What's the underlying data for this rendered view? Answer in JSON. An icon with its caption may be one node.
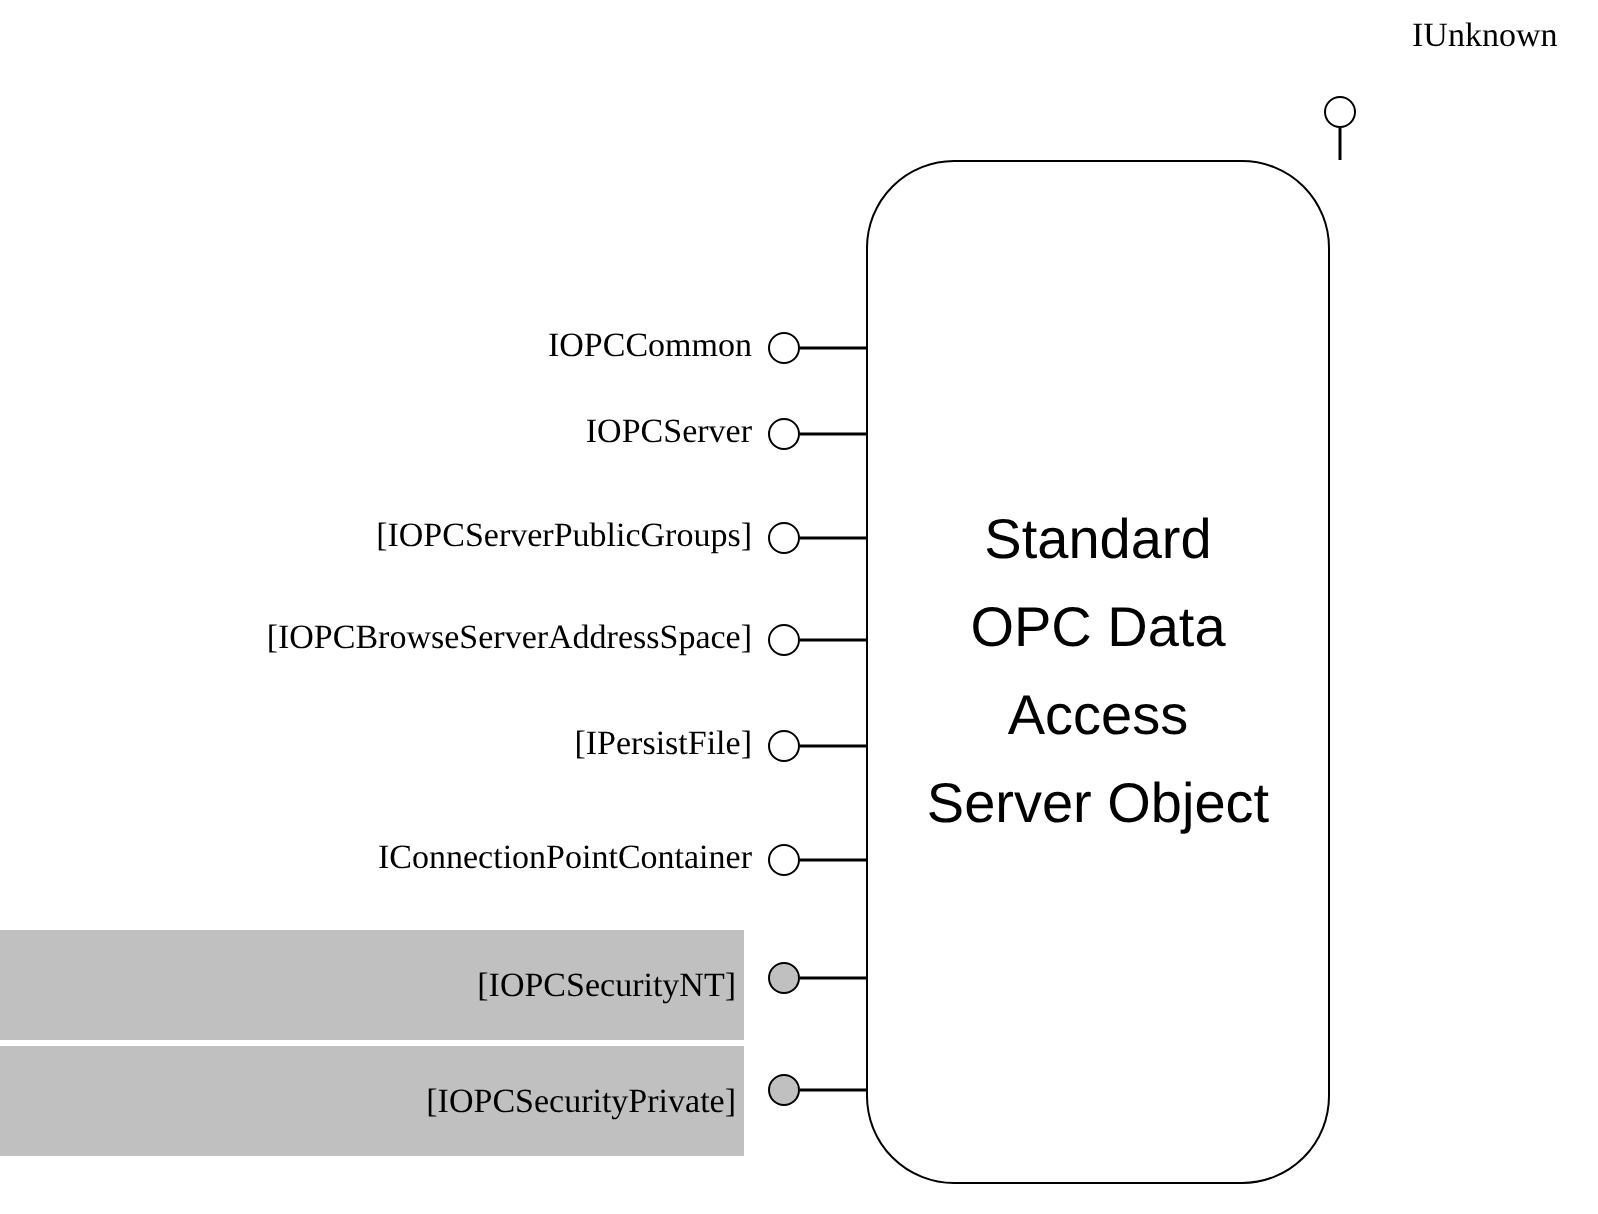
{
  "diagram": {
    "nodes": [
      {
        "text": [],
        "shape": "circle",
        "beside": [
          "IUnknown"
        ]
      },
      {
        "text": [
          "Standard OPC Data Access Server Object"
        ]
      },
      {
        "text": [],
        "shape": "circle",
        "beside": [
          "IOPCCommon"
        ]
      },
      {
        "text": [],
        "shape": "circle",
        "beside": [
          "IOPCServer"
        ]
      },
      {
        "text": [],
        "shape": "circle",
        "beside": [
          "[IOPCServerPublicGroups]"
        ]
      },
      {
        "text": [],
        "shape": "circle",
        "beside": [
          "[IOPCBrowseServerAddressSpace]"
        ]
      },
      {
        "text": [],
        "shape": "circle",
        "beside": [
          "[IPersistFile]"
        ]
      },
      {
        "text": [],
        "shape": "circle",
        "beside": [
          "IConnectionPointContainer"
        ]
      },
      {
        "text": [
          "[IOPCSecurityNT]"
        ]
      },
      {
        "text": [],
        "shape": "circle"
      },
      {
        "text": [
          "[IOPCSecurityPrivate]"
        ]
      },
      {
        "text": [],
        "shape": "circle"
      }
    ],
    "edges": [
      {
        "from": 0,
        "to": 1,
        "arrow": "none"
      },
      {
        "from": 2,
        "to": 1,
        "arrow": "none"
      },
      {
        "from": 3,
        "to": 1,
        "arrow": "none"
      },
      {
        "from": 4,
        "to": 1,
        "arrow": "none"
      },
      {
        "from": 5,
        "to": 1,
        "arrow": "none"
      },
      {
        "from": 6,
        "to": 1,
        "arrow": "none"
      },
      {
        "from": 7,
        "to": 1,
        "arrow": "none"
      },
      {
        "from": 9,
        "to": 1,
        "arrow": "none"
      },
      {
        "from": 11,
        "to": 1,
        "arrow": "none"
      }
    ]
  }
}
